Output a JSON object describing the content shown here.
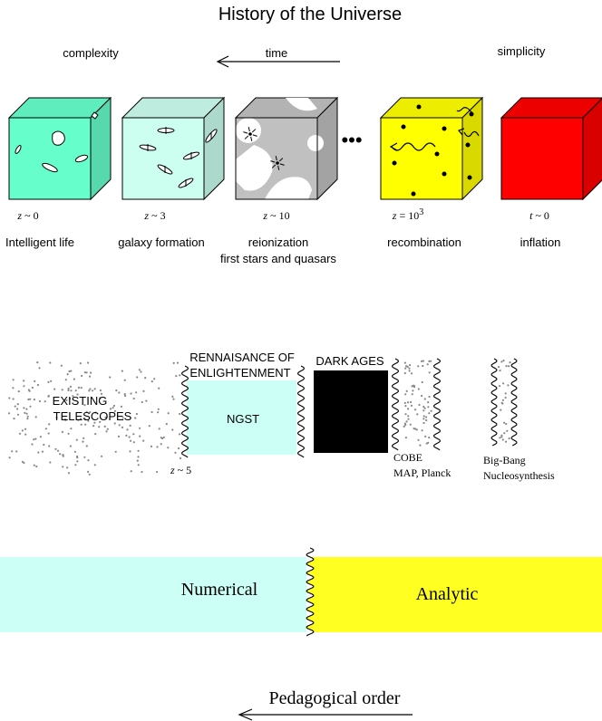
{
  "title": "History of the Universe",
  "top_axis": {
    "left_label": "complexity",
    "arrow_label": "time",
    "right_label": "simplicity"
  },
  "ellipsis": "•••",
  "epochs": [
    {
      "redshift_var": "z",
      "redshift_rest": " ~ 0",
      "caption": "Intelligent life",
      "caption2": "",
      "color": "#66ffcc"
    },
    {
      "redshift_var": "z",
      "redshift_rest": " ~ 3",
      "caption": "galaxy formation",
      "caption2": "",
      "color": "#ccfff0"
    },
    {
      "redshift_var": "z",
      "redshift_rest": " ~ 10",
      "caption": "reionization",
      "caption2": "first stars and quasars",
      "color": "#c0c0c0"
    },
    {
      "redshift_var": "z",
      "redshift_rest": " = 10",
      "redshift_sup": "3",
      "caption": "recombination",
      "caption2": "",
      "color": "#ffff00"
    },
    {
      "redshift_var": "t",
      "redshift_rest": " ~ 0",
      "caption": "inflation",
      "caption2": "",
      "color": "#ff0000"
    }
  ],
  "observations": {
    "existing_telescopes": [
      "EXISTING",
      "TELESCOPES"
    ],
    "renaissance": [
      "RENNAISANCE OF",
      "ENLIGHTENMENT"
    ],
    "ngst": "NGST",
    "z5_var": "z",
    "z5_rest": " ~ 5",
    "dark_ages": "DARK AGES",
    "cobe": [
      "COBE",
      "MAP, Planck"
    ],
    "bbn": [
      "Big-Bang",
      "Nucleosynthesis"
    ],
    "ngst_color": "#ccfff5",
    "dark_color": "#000000"
  },
  "methods": {
    "numerical": "Numerical",
    "analytic": "Analytic",
    "numerical_color": "#ccfff5",
    "analytic_color": "#ffff22"
  },
  "bottom": {
    "label": "Pedagogical order"
  }
}
